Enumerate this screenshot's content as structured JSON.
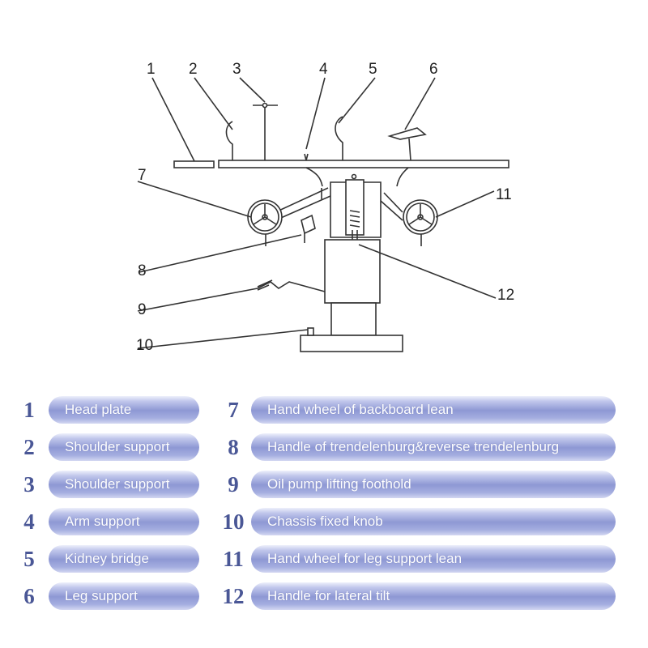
{
  "callouts": [
    "1",
    "2",
    "3",
    "4",
    "5",
    "6",
    "7",
    "8",
    "9",
    "10",
    "11",
    "12"
  ],
  "parts": [
    {
      "num": "1",
      "label": "Head plate"
    },
    {
      "num": "2",
      "label": "Shoulder support"
    },
    {
      "num": "3",
      "label": "Shoulder support"
    },
    {
      "num": "4",
      "label": "Arm support"
    },
    {
      "num": "5",
      "label": "Kidney bridge"
    },
    {
      "num": "6",
      "label": "Leg support"
    },
    {
      "num": "7",
      "label": "Hand wheel of backboard lean"
    },
    {
      "num": "8",
      "label": "Handle of trendelenburg&reverse trendelenburg"
    },
    {
      "num": "9",
      "label": "Oil pump lifting foothold"
    },
    {
      "num": "10",
      "label": "Chassis fixed knob"
    },
    {
      "num": "11",
      "label": "Hand wheel for leg support lean"
    },
    {
      "num": "12",
      "label": "Handle for lateral tilt"
    }
  ],
  "colors": {
    "number": "#4a5796",
    "pill": "#8e98d4",
    "line": "#333333"
  }
}
